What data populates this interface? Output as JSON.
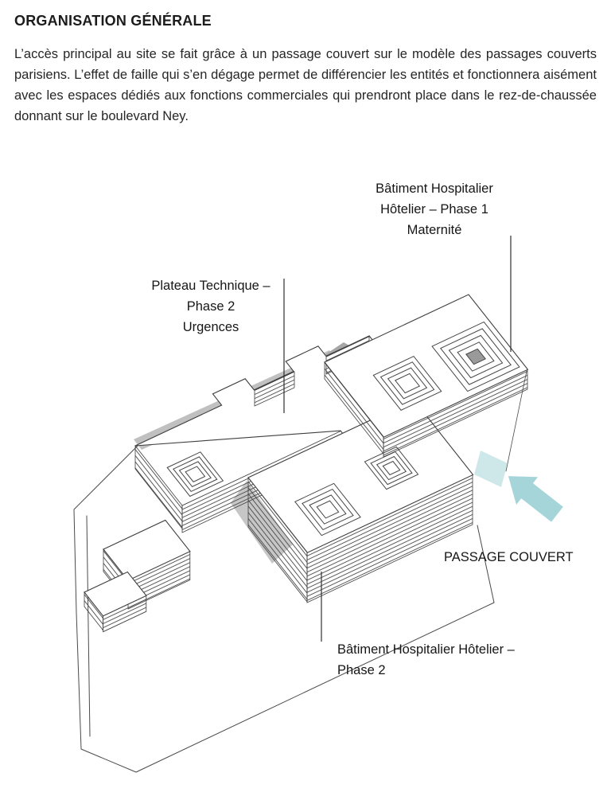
{
  "page": {
    "title": "ORGANISATION GÉNÉRALE",
    "paragraph": "L’accès principal au site se fait grâce à un passage couvert sur le modèle des passages couverts parisiens. L’effet de faille qui s’en dégage permet de différencier les entités et fonctionnera aisément avec les espaces dédiés aux fonctions commerciales qui prendront place dans le rez-de-chaussée donnant sur le boulevard Ney."
  },
  "diagram": {
    "labels": {
      "phase1": [
        "Bâtiment Hospitalier",
        "Hôtelier – Phase 1",
        "Maternité"
      ],
      "plateau": [
        "Plateau Technique –",
        "Phase 2",
        "Urgences"
      ],
      "passage": "PASSAGE COUVERT",
      "phase2bhh": [
        "Bâtiment Hospitalier Hôtelier –",
        "Phase 2"
      ]
    },
    "colors": {
      "arrow": "#a5d5d9",
      "sketch": "#4a4a4a",
      "shadow": "#c0c0c0",
      "text": "#1a1a1a"
    }
  }
}
